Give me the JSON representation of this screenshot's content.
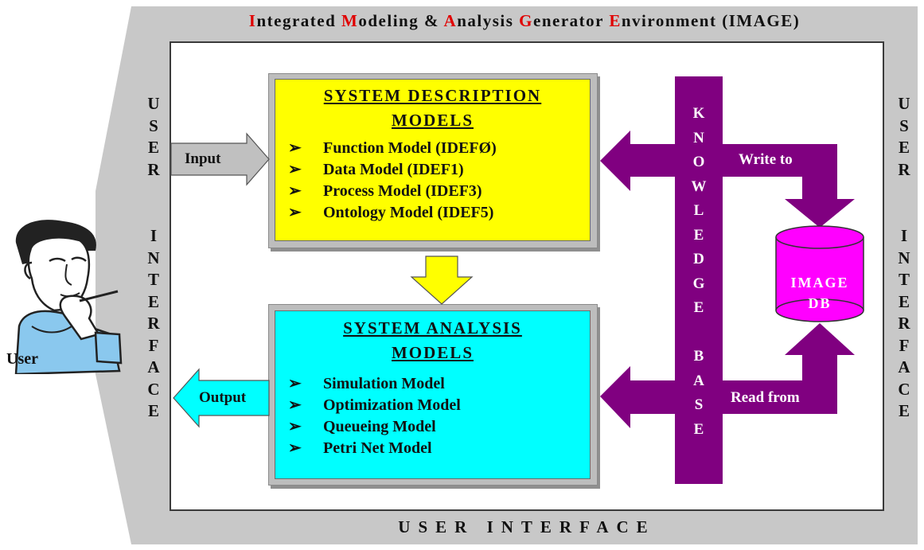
{
  "title": {
    "segments": [
      {
        "text": "I",
        "red": true
      },
      {
        "text": "ntegrated ",
        "red": false
      },
      {
        "text": "M",
        "red": true
      },
      {
        "text": "odeling & ",
        "red": false
      },
      {
        "text": "A",
        "red": true
      },
      {
        "text": "nalysis ",
        "red": false
      },
      {
        "text": "G",
        "red": true
      },
      {
        "text": "enerator ",
        "red": false
      },
      {
        "text": "E",
        "red": true
      },
      {
        "text": "nvironment (IMAGE)",
        "red": false
      }
    ]
  },
  "user_interface": {
    "left_upper": [
      "U",
      "S",
      "E",
      "R"
    ],
    "left_lower": [
      "I",
      "N",
      "T",
      "E",
      "R",
      "F",
      "A",
      "C",
      "E"
    ],
    "right_upper": [
      "U",
      "S",
      "E",
      "R"
    ],
    "right_lower": [
      "I",
      "N",
      "T",
      "E",
      "R",
      "F",
      "A",
      "C",
      "E"
    ],
    "bottom": "USER INTERFACE"
  },
  "user": {
    "label": "User"
  },
  "description_box": {
    "title_line1": "SYSTEM DESCRIPTION",
    "title_line2": "MODELS",
    "bullet": "➢",
    "items": [
      "Function Model (IDEFØ)",
      "Data Model (IDEF1)",
      "Process Model (IDEF3)",
      "Ontology Model (IDEF5)"
    ]
  },
  "analysis_box": {
    "title_line1": "SYSTEM ANALYSIS",
    "title_line2": "MODELS",
    "bullet": "➢",
    "items": [
      "Simulation Model",
      "Optimization Model",
      "Queueing Model",
      "Petri Net Model"
    ]
  },
  "arrows": {
    "input_label": "Input",
    "output_label": "Output",
    "write_label": "Write to",
    "read_label": "Read from"
  },
  "knowledge_base": {
    "letters": [
      "K",
      "N",
      "O",
      "W",
      "L",
      "E",
      "D",
      "G",
      "E",
      "",
      "B",
      "A",
      "S",
      "E"
    ]
  },
  "database": {
    "line1": "IMAGE",
    "line2": "DB"
  },
  "colors": {
    "frame": "#c8c8c8",
    "title_accent": "#e00000",
    "description_fill": "#ffff00",
    "analysis_fill": "#00ffff",
    "knowledge_base": "#800080",
    "database": "#ff00ff",
    "input_arrow": "#c0c0c0",
    "down_arrow": "#ffff00",
    "output_arrow": "#00ffff"
  }
}
